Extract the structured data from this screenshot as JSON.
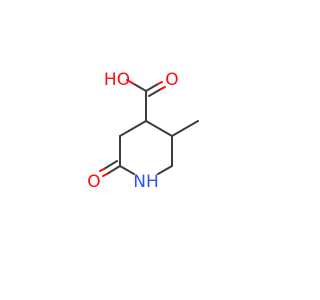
{
  "colors": {
    "background": "#ffffff",
    "bond": "#3c3c3c",
    "oxygen": "#ff0d0d",
    "nitrogen": "#3050f8"
  },
  "atoms": {
    "hydroxyl_oh": "HO",
    "acid_carbonyl_o": "O",
    "lactam_carbonyl_o": "O",
    "ring_nh": "NH"
  }
}
